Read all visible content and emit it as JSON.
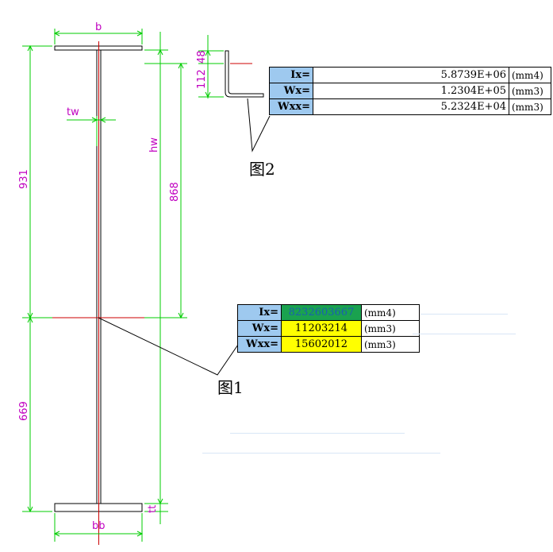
{
  "dimensions": {
    "b": "b",
    "tw": "tw",
    "hw": "hw",
    "h931": "931",
    "h868": "868",
    "h669": "669",
    "bb": "bb",
    "tt": "tt",
    "a48": "48",
    "a112": "112"
  },
  "figures": {
    "fig1": "图1",
    "fig2": "图2"
  },
  "table_fig2": {
    "rows": [
      {
        "label": "Ix=",
        "value": "5.8739E+06",
        "unit": "(mm4)"
      },
      {
        "label": "Wx=",
        "value": "1.2304E+05",
        "unit": "(mm3)"
      },
      {
        "label": "Wxx=",
        "value": "5.2324E+04",
        "unit": "(mm3)"
      }
    ]
  },
  "table_fig1": {
    "rows": [
      {
        "label": "Ix=",
        "value": "8232603667",
        "unit": "(mm4)"
      },
      {
        "label": "Wx=",
        "value": "11203214",
        "unit": "(mm3)"
      },
      {
        "label": "Wxx=",
        "value": "15602012",
        "unit": "(mm3)"
      }
    ]
  },
  "colors": {
    "dimension": "#00cc00",
    "dim_text": "#c000c0",
    "center_line": "#cc0000",
    "label_cell": "#9ec9ef",
    "highlight_green": "#1aa24f",
    "highlight_yellow": "#ffff00"
  }
}
